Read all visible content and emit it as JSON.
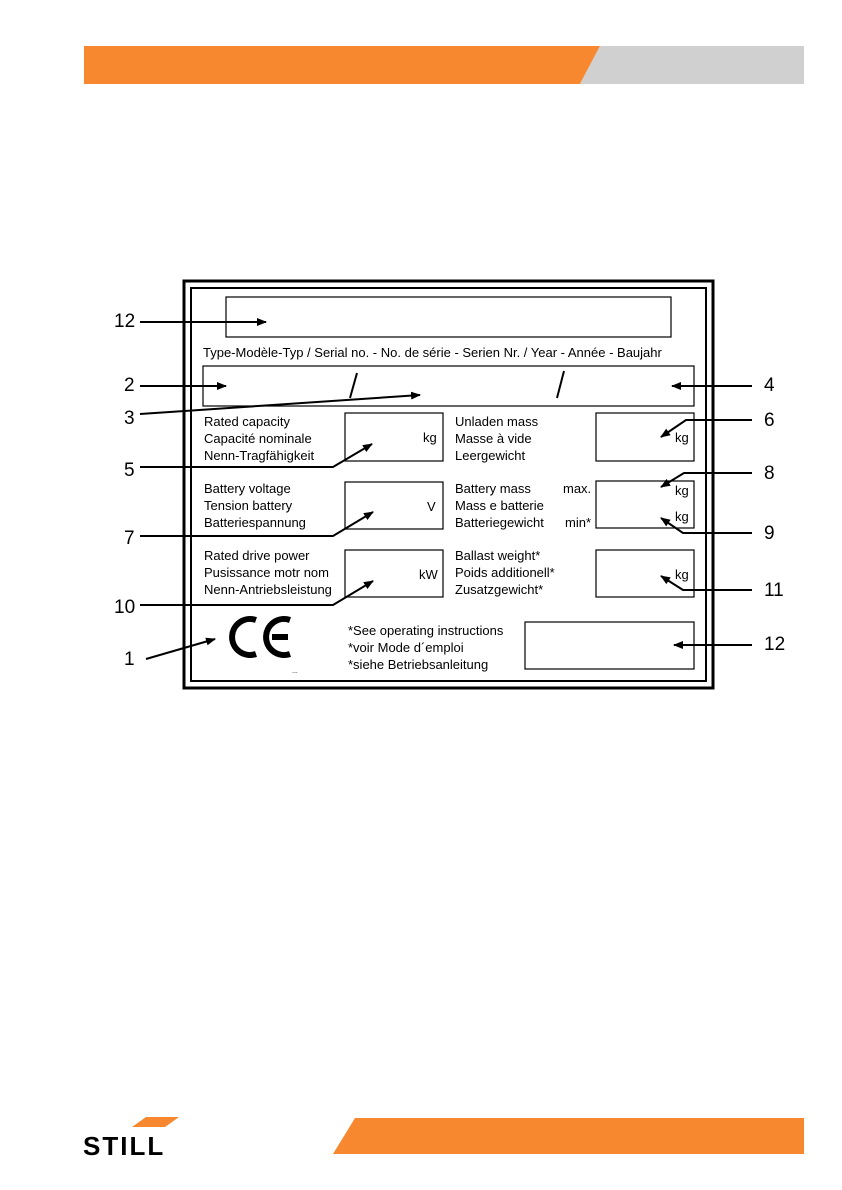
{
  "header": {
    "orange": "#F7882F",
    "grey": "#D0D0D0"
  },
  "plate": {
    "header_line": "Type-Modèle-Typ / Serial no. - No. de série - Serien Nr. / Year - Année - Baujahr",
    "rated_capacity": [
      "Rated capacity",
      "Capacité nominale",
      "Nenn-Tragfähigkeit"
    ],
    "unladen_mass": [
      "Unladen mass",
      "Masse à vide",
      "Leergewicht"
    ],
    "battery_voltage": [
      "Battery voltage",
      "Tension battery",
      "Batteriespannung"
    ],
    "battery_mass": [
      "Battery mass",
      "Mass e batterie",
      "Batteriegewicht"
    ],
    "battery_max": "max.",
    "battery_min": "min*",
    "rated_drive_power": [
      "Rated drive power",
      "Pusissance motr nom",
      "Nenn-Antriebsleistung"
    ],
    "ballast_weight": [
      "Ballast weight*",
      "Poids additionell*",
      "Zusatzgewicht*"
    ],
    "notes": [
      "*See operating instructions",
      "*voir Mode d´emploi",
      "*siehe Betriebsanleitung"
    ],
    "units": {
      "kg": "kg",
      "v": "V",
      "kw": "kW"
    },
    "ce_mark": "CE",
    "tiny_mark": "..."
  },
  "callouts": {
    "c12_top": "12",
    "c2": "2",
    "c3": "3",
    "c4": "4",
    "c5": "5",
    "c6": "6",
    "c7": "7",
    "c8": "8",
    "c9": "9",
    "c10": "10",
    "c11": "11",
    "c12_bottom": "12",
    "c1": "1"
  },
  "footer": {
    "brand": "STILL",
    "orange": "#F7882F"
  }
}
